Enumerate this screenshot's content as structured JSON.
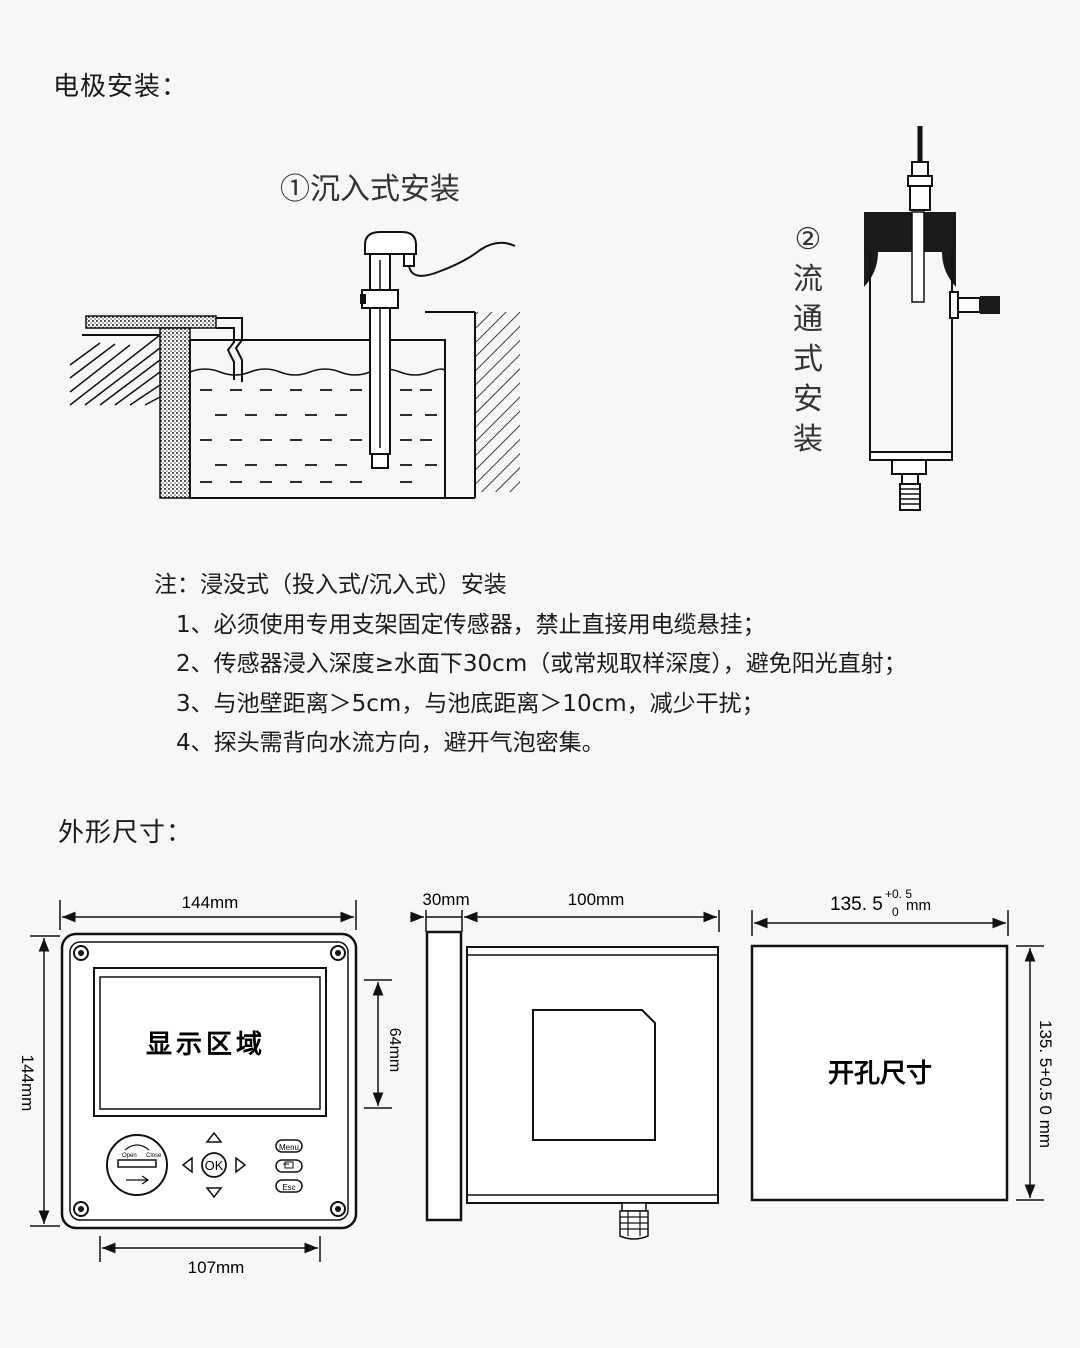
{
  "sections": {
    "install_title": "电极安装：",
    "size_title": "外形尺寸："
  },
  "install": {
    "immersion_caption": "①沉入式安装",
    "flow_number": "②",
    "flow_chars": [
      "流",
      "通",
      "式",
      "安",
      "装"
    ]
  },
  "notes": {
    "heading": "注：浸没式（投入式/沉入式）安装",
    "items": [
      "1、必须使用专用支架固定传感器，禁止直接用电缆悬挂；",
      "2、传感器浸入深度≥水面下30cm（或常规取样深度），避免阳光直射；",
      "3、与池壁距离＞5cm，与池底距离＞10cm，减少干扰；",
      "4、探头需背向水流方向，避开气泡密集。"
    ]
  },
  "front": {
    "width_label": "144mm",
    "height_label": "144mm",
    "display_height_label": "64mm",
    "keypad_width_label": "107mm",
    "display_label": "显示区域",
    "ok_label": "OK",
    "menu_label": "Menu",
    "esc_label": "Esc",
    "open_label": "Open",
    "close_label": "Close"
  },
  "side": {
    "front_depth_label": "30mm",
    "body_depth_label": "100mm"
  },
  "cutout": {
    "width_main": "135. 5",
    "tol_plus": "+0. 5",
    "tol_zero": "0",
    "unit": "mm",
    "height_label": "135. 5+0.5 0 mm",
    "label": "开孔尺寸"
  }
}
